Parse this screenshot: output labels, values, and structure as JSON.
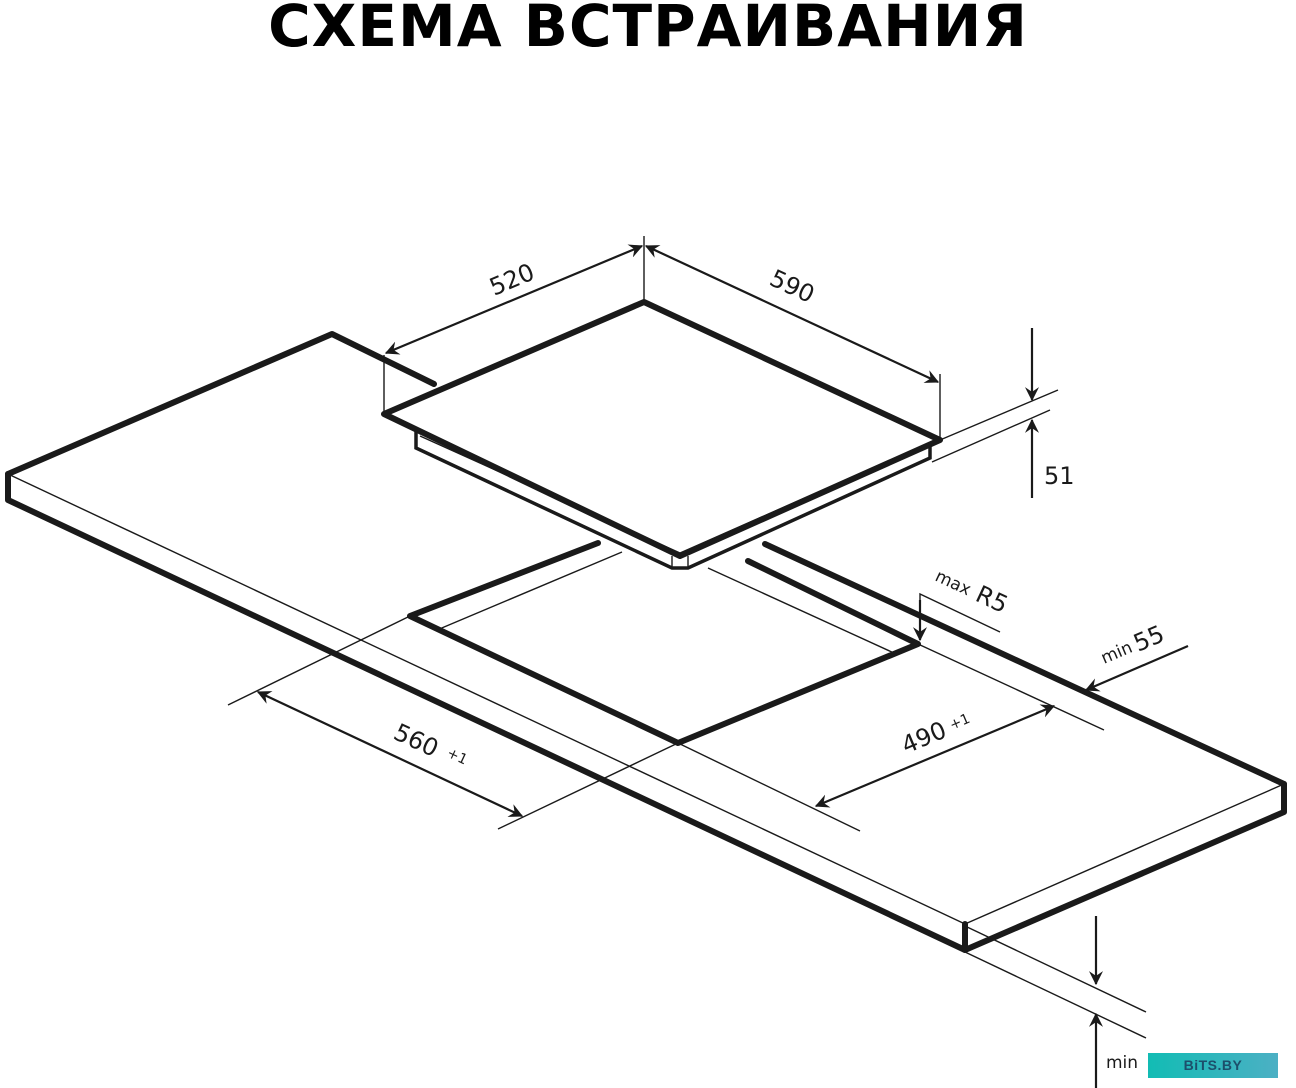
{
  "title": "СХЕМА ВСТРАИВАНИЯ",
  "dimensions": {
    "hob_depth": "520",
    "hob_width": "590",
    "hob_height": "51",
    "cutout_width": "560",
    "cutout_width_tol": "+1",
    "cutout_depth": "490",
    "cutout_depth_tol": "+1",
    "corner_radius_prefix": "max",
    "corner_radius": "R5",
    "edge_distance_prefix": "min",
    "edge_distance": "55",
    "worktop_thickness_prefix": "min"
  },
  "watermark": "BiTS.BY",
  "colors": {
    "line": "#1a1a1a",
    "background": "#ffffff",
    "watermark_bg": "#12bcb4"
  }
}
